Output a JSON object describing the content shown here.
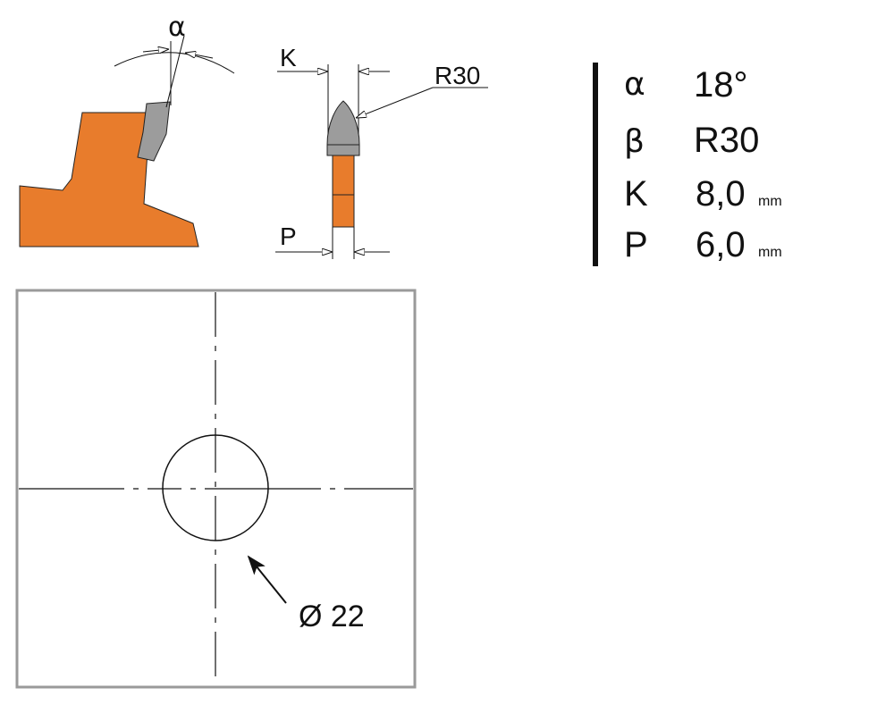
{
  "tooth_profile": {
    "angle_label": "α"
  },
  "tooth_section": {
    "k_label": "K",
    "r_label": "R30",
    "p_label": "P"
  },
  "specs": [
    {
      "symbol": "α",
      "value": "18°",
      "unit": ""
    },
    {
      "symbol": "β",
      "value": "R30",
      "unit": ""
    },
    {
      "symbol": "K",
      "value": "8,0",
      "unit": "mm"
    },
    {
      "symbol": "P",
      "value": "6,0",
      "unit": "mm"
    }
  ],
  "bore": {
    "label": "Ø 22"
  },
  "colors": {
    "body": "#e87c2c",
    "tip": "#9c9c9c",
    "frame": "#9a9a9a"
  }
}
